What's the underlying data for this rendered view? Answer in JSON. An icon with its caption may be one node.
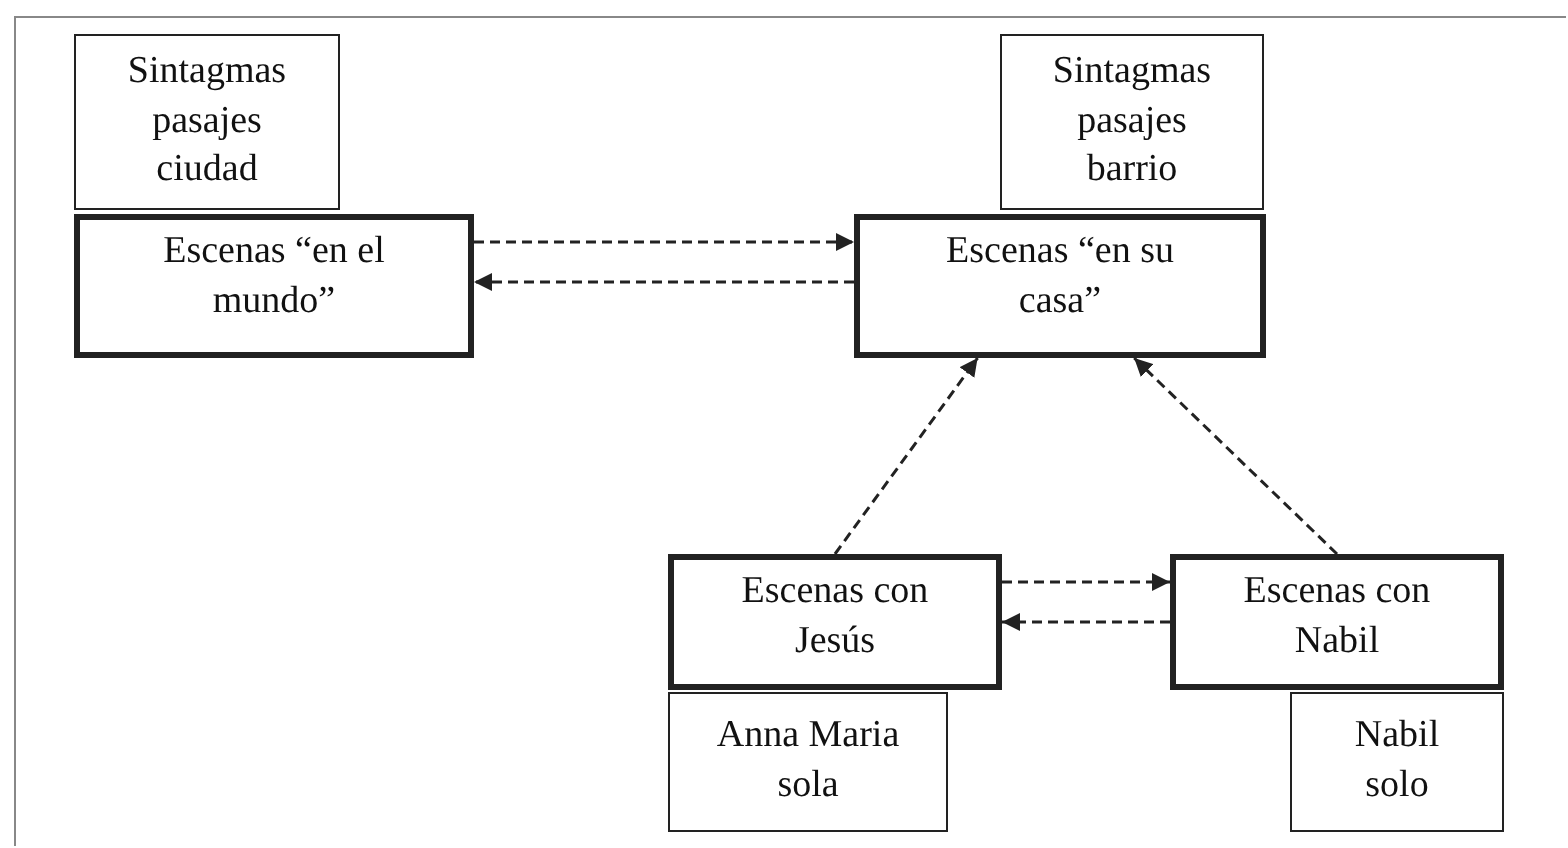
{
  "diagram": {
    "nodes": [
      {
        "text": [
          "Sintagmas pasajes ciudad"
        ]
      },
      {
        "text": [
          "Escenas “en el mundo”"
        ]
      },
      {
        "text": [
          "Sintagmas pasajes barrio"
        ]
      },
      {
        "text": [
          "Escenas “en su casa”"
        ]
      },
      {
        "text": [
          "Escenas con Jesús"
        ]
      },
      {
        "text": [
          "Anna Maria sola"
        ]
      },
      {
        "text": [
          "Escenas con Nabil"
        ]
      },
      {
        "text": [
          "Nabil solo"
        ]
      }
    ],
    "edges": [
      {
        "from": 1,
        "to": 3,
        "arrow": "to",
        "style": "dashed"
      },
      {
        "from": 3,
        "to": 1,
        "arrow": "to",
        "style": "dashed"
      },
      {
        "from": 4,
        "to": 3,
        "arrow": "to",
        "style": "dashed"
      },
      {
        "from": 6,
        "to": 3,
        "arrow": "to",
        "style": "dashed"
      },
      {
        "from": 4,
        "to": 6,
        "arrow": "to",
        "style": "dashed"
      },
      {
        "from": 6,
        "to": 4,
        "arrow": "to",
        "style": "dashed"
      }
    ]
  }
}
